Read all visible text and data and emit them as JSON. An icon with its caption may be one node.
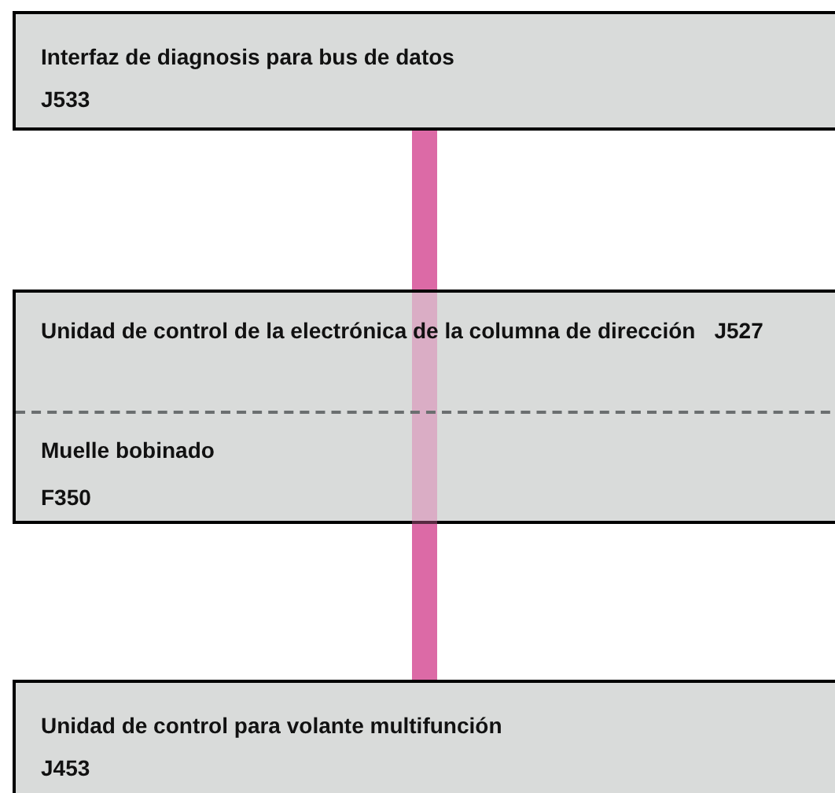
{
  "diagram": {
    "nodes": [
      {
        "text": [
          "Interfaz de diagnosis para bus de datos",
          "J533"
        ]
      },
      {
        "text": [],
        "shape": "box"
      },
      {
        "text": [
          "Unidad de control de la electrónica de la columna de dirección",
          "J527"
        ],
        "in": 1
      },
      {
        "text": [
          "Muelle bobinado",
          "F350"
        ],
        "in": 1
      },
      {
        "text": [],
        "shape": "bar",
        "in": 1
      },
      {
        "text": [
          "Unidad de control para volante multifunción",
          "J453"
        ]
      }
    ],
    "edges": [
      {
        "from": 0,
        "to": 1,
        "arrow": "none",
        "color": "#dc6aa6"
      },
      {
        "from": 1,
        "to": 5,
        "arrow": "none",
        "color": "#dc6aa6"
      }
    ]
  }
}
